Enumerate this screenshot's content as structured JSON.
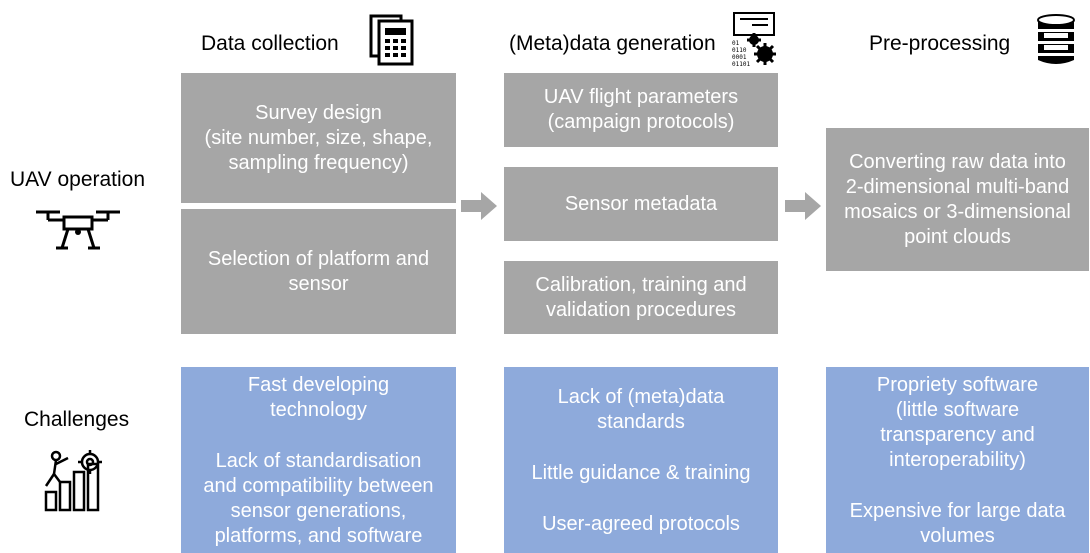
{
  "headers": {
    "data_collection": "Data collection",
    "metadata_generation": "(Meta)data generation",
    "preprocessing": "Pre-processing"
  },
  "rows": {
    "uav_operation": "UAV operation",
    "challenges": "Challenges"
  },
  "operation": {
    "survey_design": {
      "l1": "Survey design",
      "l2": "(site number, size, shape,",
      "l3": "sampling frequency)"
    },
    "platform_selection": {
      "l1": "Selection of platform and",
      "l2": "sensor"
    },
    "flight_params": {
      "l1": "UAV flight parameters",
      "l2": "(campaign protocols)"
    },
    "sensor_metadata": {
      "l1": "Sensor metadata"
    },
    "calibration": {
      "l1": "Calibration, training and",
      "l2": "validation procedures"
    },
    "converting": {
      "l1": "Converting raw data into",
      "l2": "2-dimensional multi-band",
      "l3": "mosaics or 3-dimensional",
      "l4": "point clouds"
    }
  },
  "challenges": {
    "collection": {
      "l1": "Fast developing",
      "l2": "technology",
      "l3": "Lack of standardisation",
      "l4": "and compatibility between",
      "l5": "sensor generations,",
      "l6": "platforms, and software"
    },
    "metadata": {
      "l1": "Lack of (meta)data",
      "l2": "standards",
      "l3": "Little guidance & training",
      "l4": "User-agreed protocols"
    },
    "preprocessing": {
      "l1": "Propriety software",
      "l2": "(little software",
      "l3": "transparency and",
      "l4": "interoperability)",
      "l5": "Expensive for large data",
      "l6": "volumes"
    }
  },
  "icon_text": {
    "binary": [
      "01",
      "0110",
      "0001",
      "01101"
    ]
  },
  "colors": {
    "grey_box": "#a6a6a6",
    "blue_box": "#8eaadb",
    "arrow": "#a6a6a6",
    "box_text": "#ffffff"
  },
  "icons": [
    "documents-icon",
    "data-gears-icon",
    "database-icon",
    "drone-icon",
    "climber-gear-icon"
  ]
}
